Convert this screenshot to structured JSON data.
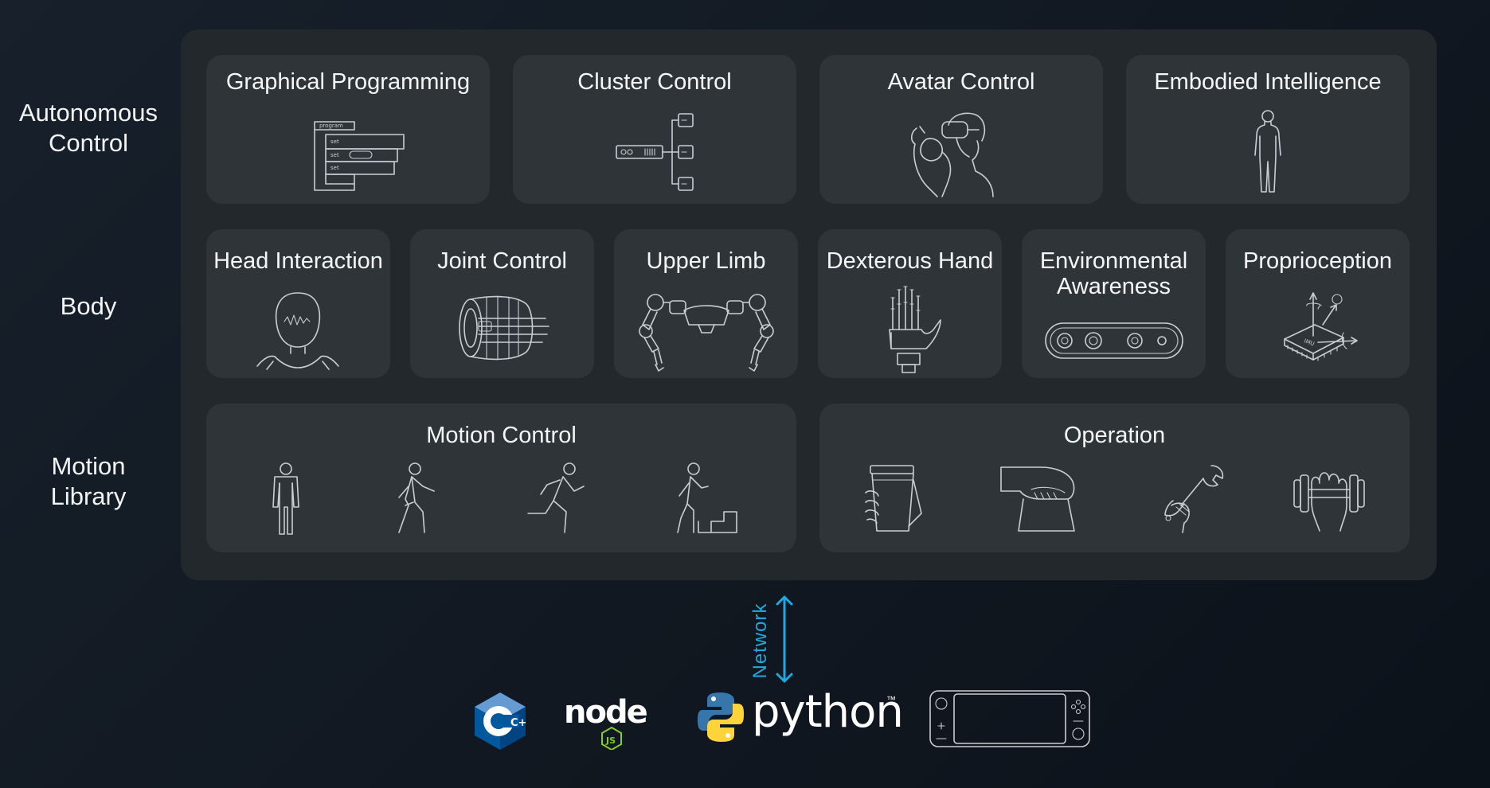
{
  "row_labels": {
    "autonomous": "Autonomous Control",
    "body": "Body",
    "motion": "Motion Library"
  },
  "autonomous_cards": [
    {
      "title": "Graphical Programming",
      "icon": "block-program-icon"
    },
    {
      "title": "Cluster Control",
      "icon": "network-tree-icon"
    },
    {
      "title": "Avatar Control",
      "icon": "vr-teleoperator-icon"
    },
    {
      "title": "Embodied Intelligence",
      "icon": "human-figure-icon"
    }
  ],
  "block_program_labels": {
    "program": "program",
    "set": "set"
  },
  "body_cards": [
    {
      "title": "Head Interaction",
      "icon": "robot-head-icon"
    },
    {
      "title": "Joint Control",
      "icon": "joint-motor-icon"
    },
    {
      "title": "Upper Limb",
      "icon": "robot-arms-icon"
    },
    {
      "title": "Dexterous Hand",
      "icon": "robot-hand-icon"
    },
    {
      "title_line1": "Environmental",
      "title_line2": "Awareness",
      "icon": "depth-camera-icon"
    },
    {
      "title": "Proprioception",
      "icon": "imu-chip-icon"
    }
  ],
  "imu_label": "IMU",
  "motion_cards": [
    {
      "title": "Motion Control",
      "icons": [
        "standing-icon",
        "walking-icon",
        "running-icon",
        "stair-climbing-icon"
      ]
    },
    {
      "title": "Operation",
      "icons": [
        "holding-cup-icon",
        "grasping-icon",
        "wrench-icon",
        "dumbbell-grip-icon"
      ]
    }
  ],
  "network_label": "Network",
  "sdk_logos": {
    "cpp": "C++",
    "node_text": "node",
    "node_js": "JS",
    "python_text": "python",
    "python_tm": "™"
  },
  "colors": {
    "background": "#111821",
    "panel": "#23282d",
    "card": "#2f3438",
    "network_accent": "#1fa9e0",
    "cpp_blue": "#00599c",
    "node_green": "#83cd29",
    "python_blue": "#3776ab",
    "python_yellow": "#ffd43b"
  }
}
